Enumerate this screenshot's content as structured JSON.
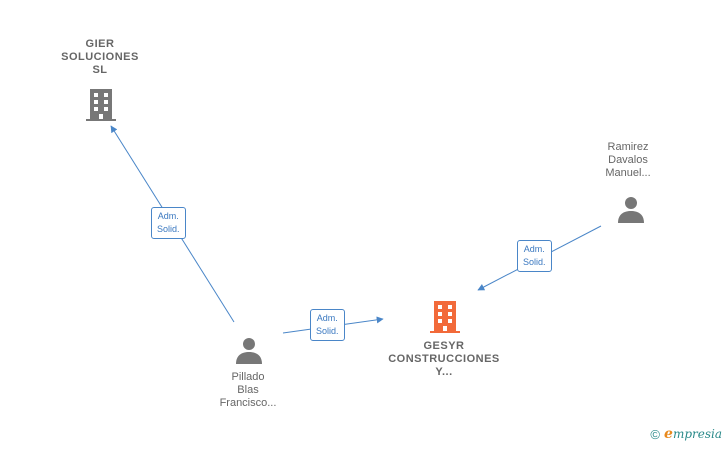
{
  "nodes": {
    "gier": {
      "label": "GIER\nSOLUCIONES\nSL",
      "type": "company",
      "color": "#777777"
    },
    "ramirez": {
      "label": "Ramirez\nDavalos\nManuel...",
      "type": "person",
      "color": "#777777"
    },
    "pillado": {
      "label": "Pillado\nBlas\nFrancisco...",
      "type": "person",
      "color": "#777777"
    },
    "gesyr": {
      "label": "GESYR\nCONSTRUCCIONES\nY...",
      "type": "company",
      "color": "#f26a3a"
    }
  },
  "edges": {
    "pillado_gier": {
      "label": "Adm.\nSolid."
    },
    "pillado_gesyr": {
      "label": "Adm.\nSolid."
    },
    "ramirez_gesyr": {
      "label": "Adm.\nSolid."
    }
  },
  "colors": {
    "edge": "#4a86c8"
  },
  "footer": {
    "copyright": "©",
    "brand_first": "e",
    "brand_rest": "mpresia"
  }
}
